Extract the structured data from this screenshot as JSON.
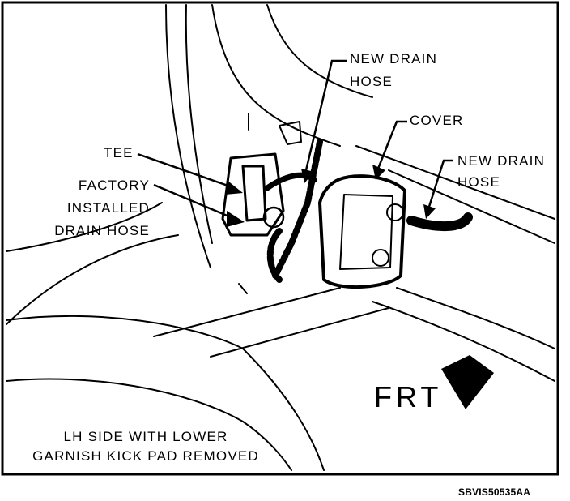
{
  "labels": {
    "new_drain_hose_top_line1": "NEW DRAIN",
    "new_drain_hose_top_line2": "HOSE",
    "cover": "COVER",
    "new_drain_hose_right_line1": "NEW DRAIN",
    "new_drain_hose_right_line2": "HOSE",
    "tee": "TEE",
    "factory_line1": "FACTORY",
    "factory_line2": "INSTALLED",
    "factory_line3": "DRAIN HOSE",
    "frt": "FRT",
    "caption_line1": "LH SIDE WITH LOWER",
    "caption_line2": "GARNISH KICK PAD REMOVED",
    "figure_code": "SBVIS50535AA"
  }
}
